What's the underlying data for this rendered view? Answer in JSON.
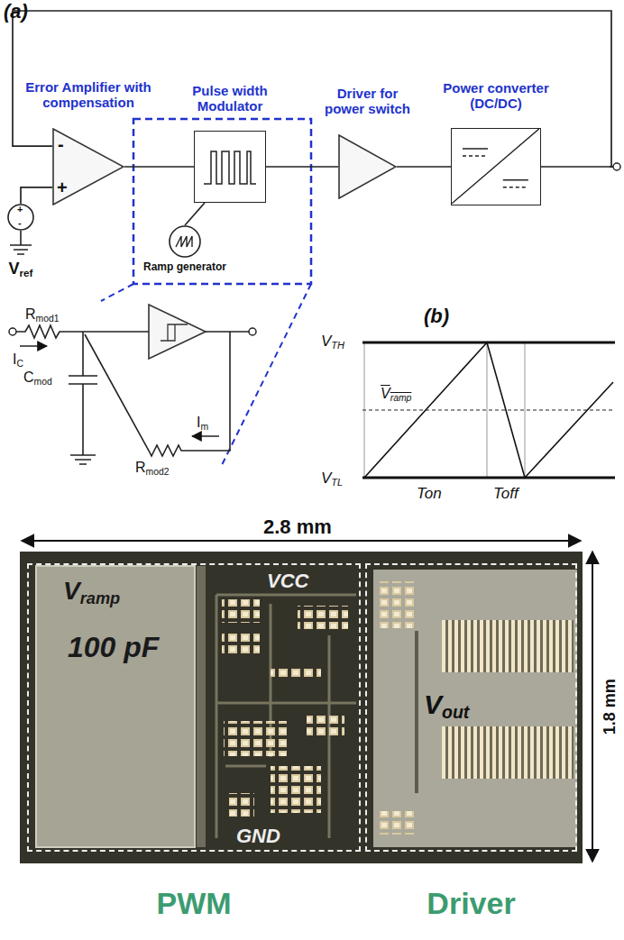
{
  "diagram": {
    "nodes": [
      {
        "text": [
          "Error Amplifier with compensation"
        ]
      },
      {
        "text": [
          "Vref"
        ]
      },
      {
        "text": [
          "Pulse width Modulator"
        ]
      },
      {
        "text": [
          "Ramp generator"
        ]
      },
      {
        "text": [
          "Driver for power switch"
        ]
      },
      {
        "text": [
          "Power converter (DC/DC)"
        ]
      },
      {
        "text": [
          "PWM"
        ]
      },
      {
        "text": [
          "Driver"
        ]
      }
    ],
    "edges": [
      {
        "from": 0,
        "to": 2,
        "arrow": "none"
      },
      {
        "from": 2,
        "to": 4,
        "arrow": "none"
      },
      {
        "from": 4,
        "to": 5,
        "arrow": "none"
      },
      {
        "from": 5,
        "to": 0,
        "arrow": "none"
      },
      {
        "from": 1,
        "to": 0,
        "arrow": "none"
      },
      {
        "from": 3,
        "to": 2,
        "arrow": "none"
      }
    ],
    "labels": [
      "(a)",
      "-",
      "+",
      "+",
      "-",
      "Rmod1",
      "IC",
      "Cmod",
      "Rmod2",
      "Im",
      "(b)",
      "VTH",
      "Vramp",
      "VTL",
      "Ton",
      "Toff",
      "2.8 mm",
      "1.8 mm",
      "Vramp",
      "100 pF",
      "VCC",
      "GND",
      "Vout"
    ]
  }
}
